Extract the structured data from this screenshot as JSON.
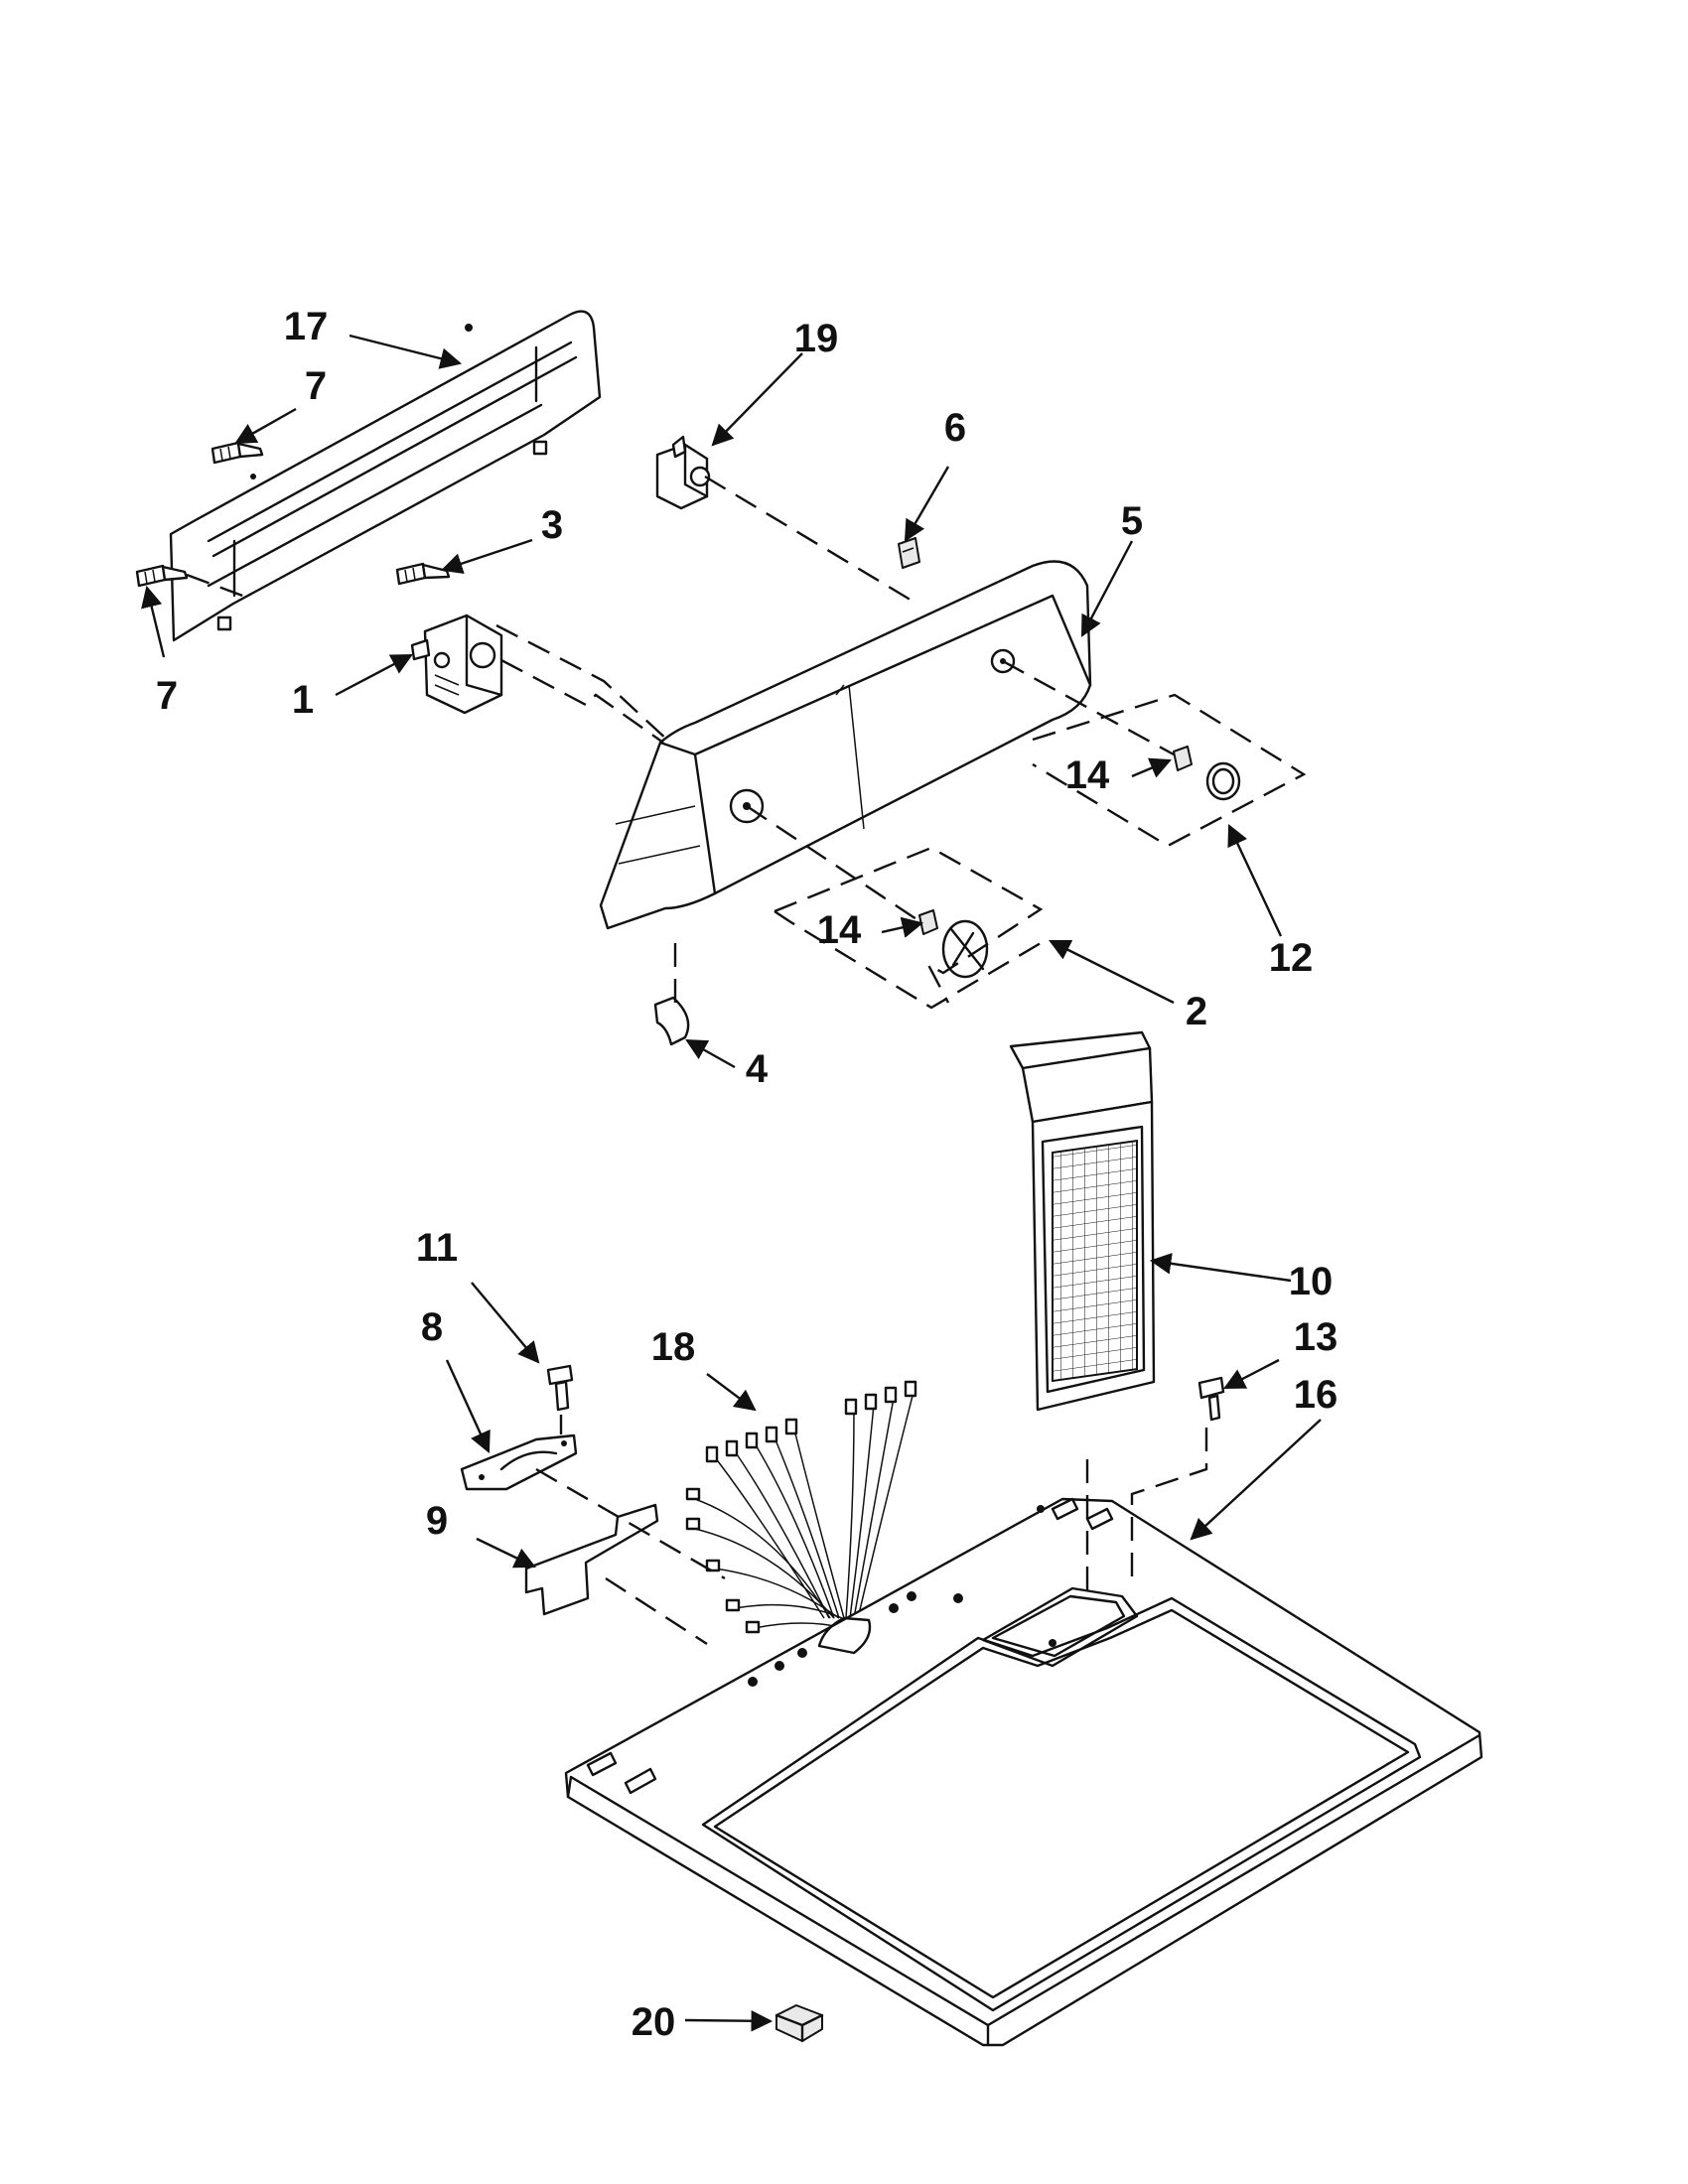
{
  "callouts": [
    {
      "id": "c1",
      "text": "1"
    },
    {
      "id": "c2",
      "text": "2"
    },
    {
      "id": "c3",
      "text": "3"
    },
    {
      "id": "c4",
      "text": "4"
    },
    {
      "id": "c5",
      "text": "5"
    },
    {
      "id": "c6",
      "text": "6"
    },
    {
      "id": "c7a",
      "text": "7"
    },
    {
      "id": "c7b",
      "text": "7"
    },
    {
      "id": "c8",
      "text": "8"
    },
    {
      "id": "c9",
      "text": "9"
    },
    {
      "id": "c10",
      "text": "10"
    },
    {
      "id": "c11",
      "text": "11"
    },
    {
      "id": "c12",
      "text": "12"
    },
    {
      "id": "c13",
      "text": "13"
    },
    {
      "id": "c14a",
      "text": "14"
    },
    {
      "id": "c14b",
      "text": "14"
    },
    {
      "id": "c16",
      "text": "16"
    },
    {
      "id": "c17",
      "text": "17"
    },
    {
      "id": "c18",
      "text": "18"
    },
    {
      "id": "c19",
      "text": "19"
    },
    {
      "id": "c20",
      "text": "20"
    }
  ]
}
